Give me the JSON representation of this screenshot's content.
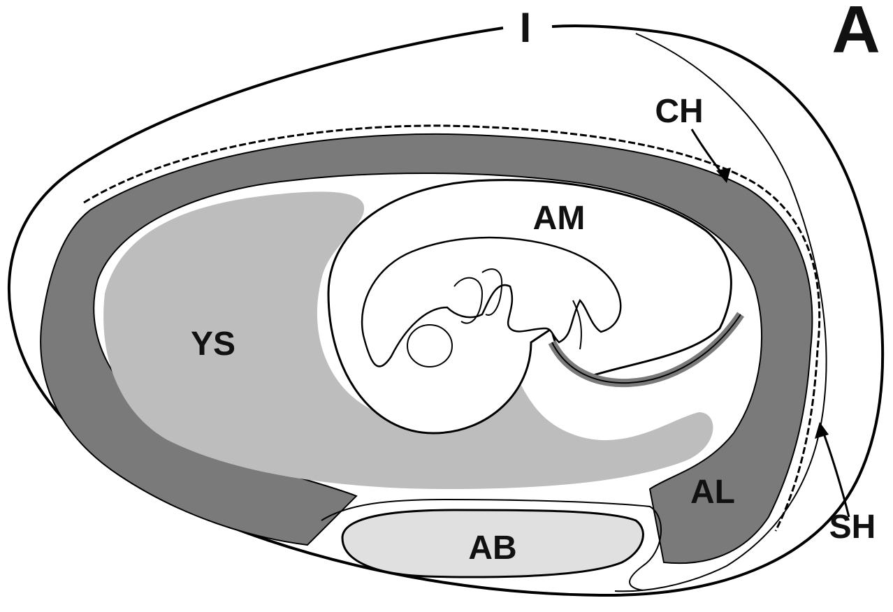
{
  "panel_letter": "A",
  "labels": {
    "top": "I",
    "chorion": "CH",
    "amnion": "AM",
    "yolk_sac": "YS",
    "allantois": "AL",
    "albumen": "AB",
    "shell": "SH"
  },
  "colors": {
    "allantois_fill": "#7a7a7a",
    "yolk_sac_fill": "#bdbdbd",
    "albumen_fill": "#e0e0e0",
    "outline": "#000000",
    "background": "#ffffff"
  }
}
